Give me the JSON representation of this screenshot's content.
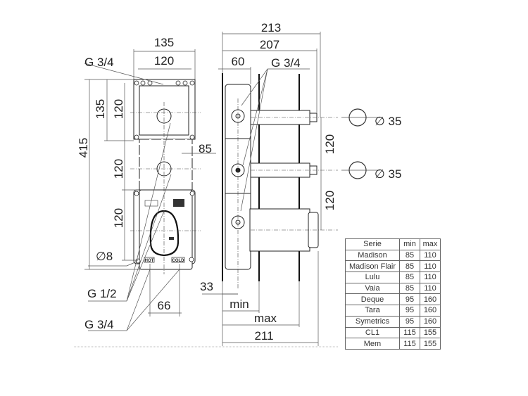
{
  "front_view": {
    "dim_width_outer": "135",
    "dim_width_inner": "120",
    "dim_height_total": "415",
    "dim_height_top": "135",
    "dim_module_1": "120",
    "dim_module_2": "120",
    "dim_module_3": "120",
    "dim_offset": "85",
    "dim_hole": "∅8",
    "dim_inlet_spacing": "66",
    "thread_top": "G 3/4",
    "thread_half": "G 1/2",
    "thread_bottom": "G 3/4",
    "hot_label": "HOT",
    "cold_label": "COLD"
  },
  "side_view": {
    "dim_213": "213",
    "dim_207": "207",
    "dim_60": "60",
    "thread": "G 3/4",
    "dim_120_upper": "120",
    "dim_120_lower": "120",
    "dia_upper": "∅ 35",
    "dia_lower": "∅ 35",
    "dim_33": "33",
    "min_label": "min",
    "max_label": "max",
    "dim_211": "211"
  },
  "table": {
    "headers": [
      "Serie",
      "min",
      "max"
    ],
    "rows": [
      [
        "Madison",
        "85",
        "110"
      ],
      [
        "Madison Flair",
        "85",
        "110"
      ],
      [
        "Lulu",
        "85",
        "110"
      ],
      [
        "Vaia",
        "85",
        "110"
      ],
      [
        "Deque",
        "95",
        "160"
      ],
      [
        "Tara",
        "95",
        "160"
      ],
      [
        "Symetrics",
        "95",
        "160"
      ],
      [
        "CL1",
        "115",
        "155"
      ],
      [
        "Mem",
        "115",
        "155"
      ]
    ]
  }
}
